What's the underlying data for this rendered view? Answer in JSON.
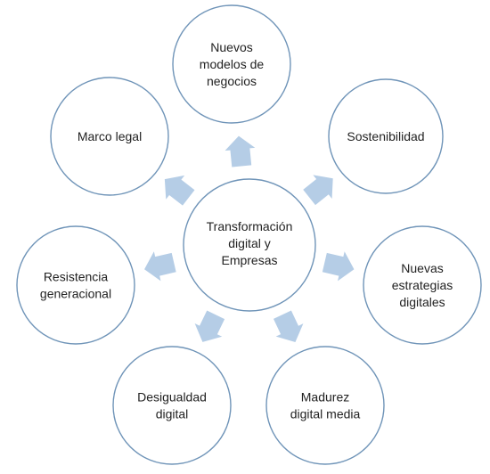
{
  "diagram": {
    "center": {
      "lines": [
        "Transformación",
        "digital y",
        "Empresas"
      ]
    },
    "nodes": [
      {
        "id": "nuevos-modelos-de-negocios",
        "lines": [
          "Nuevos",
          "modelos de",
          "negocios"
        ]
      },
      {
        "id": "sostenibilidad",
        "lines": [
          "Sostenibilidad"
        ]
      },
      {
        "id": "nuevas-estrategias-digitales",
        "lines": [
          "Nuevas",
          "estrategias",
          "digitales"
        ]
      },
      {
        "id": "madurez-digital-media",
        "lines": [
          "Madurez",
          "digital media"
        ]
      },
      {
        "id": "desigualdad-digital",
        "lines": [
          "Desigualdad",
          "digital"
        ]
      },
      {
        "id": "resistencia-generacional",
        "lines": [
          "Resistencia",
          "generacional"
        ]
      },
      {
        "id": "marco-legal",
        "lines": [
          "Marco legal"
        ]
      }
    ],
    "colors": {
      "circle_stroke": "#6f94b8",
      "arrow_fill": "#b5cde6",
      "text": "#222222"
    }
  }
}
